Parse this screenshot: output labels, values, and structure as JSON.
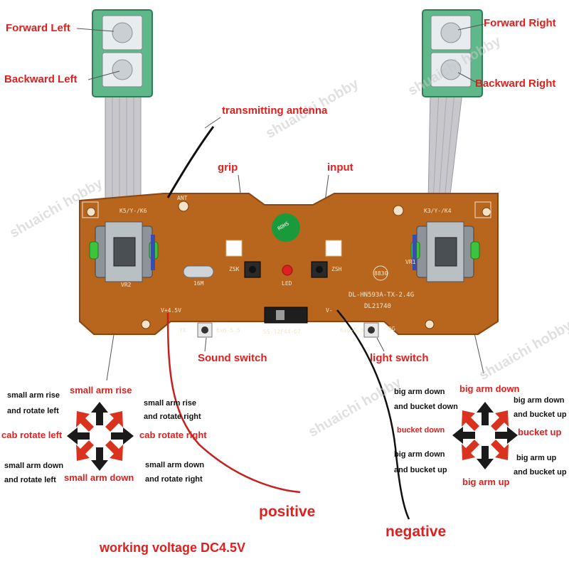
{
  "labels": {
    "forward_left": "Forward Left",
    "backward_left": "Backward Left",
    "forward_right": "Forward Right",
    "backward_right": "Backward Right",
    "antenna": "transmitting antenna",
    "grip": "grip",
    "input": "input",
    "sound_switch": "Sound switch",
    "light_switch": "light switch",
    "positive": "positive",
    "negative": "negative",
    "voltage": "working voltage DC4.5V"
  },
  "left_joystick": {
    "up": "small arm rise",
    "down": "small arm down",
    "left": "cab rotate left",
    "right": "cab rotate right",
    "up_left_1": "small arm rise",
    "up_left_2": "and rotate left",
    "up_right_1": "small arm rise",
    "up_right_2": "and rotate right",
    "down_left_1": "small arm down",
    "down_left_2": "and rotate left",
    "down_right_1": "small arm down",
    "down_right_2": "and rotate right"
  },
  "right_joystick": {
    "up": "big arm down",
    "down": "big arm up",
    "left": "bucket down",
    "right": "bucket up",
    "up_left_1": "big arm down",
    "up_left_2": "and bucket down",
    "up_right_1": "big arm down",
    "up_right_2": "and bucket up",
    "down_left_1": "big arm down",
    "down_left_2": "and bucket up",
    "down_right_1": "big arm up",
    "down_right_2": "and bucket up"
  },
  "pcb": {
    "model": "DL-HN593A-TX-2.4G",
    "code": "DL21740",
    "ant": "ANT",
    "vr2": "VR2",
    "vr1": "VR1",
    "k5": "K5/Y-/K6",
    "k3": "K3/Y-/K4",
    "v_plus": "V+4.5V",
    "v_minus": "V-",
    "yx": "YX",
    "dg": "DG",
    "sw1": "6x6-5.5",
    "sw2": "6x6-5.5",
    "slide": "SS-12F44-G7",
    "zsk": "ZSK",
    "zsh": "ZSH",
    "led": "LED",
    "rohs": "ROHS",
    "crystal": "16M",
    "ic": "8830"
  },
  "watermark": "shuaichi hobby",
  "colors": {
    "pcb": "#b8651e",
    "pcb_edge": "#8a4510",
    "label_red": "#e0201e",
    "arrow_red": "#d9331f",
    "arrow_dark": "#1a1a1a",
    "joystick_green": "#3cc43c",
    "board_green": "#5fb88a",
    "rohs_green": "#1a9a3a",
    "wire_red": "#c81e1e"
  }
}
